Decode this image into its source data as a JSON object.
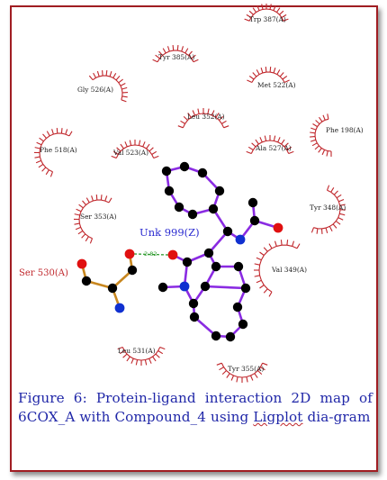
{
  "residues": [
    {
      "label": "Trp 387(A)"
    },
    {
      "label": "Tyr 385(A)"
    },
    {
      "label": "Gly 526(A)"
    },
    {
      "label": "Met 522(A)"
    },
    {
      "label": "Leu 352(A)"
    },
    {
      "label": "Phe 198(A)"
    },
    {
      "label": "Phe 518(A)"
    },
    {
      "label": "Val 523(A)"
    },
    {
      "label": "Ala 527(A)"
    },
    {
      "label": "Tyr 348(A)"
    },
    {
      "label": "Ser 353(A)"
    },
    {
      "label": "Val 349(A)"
    },
    {
      "label": "Leu 531(A)"
    },
    {
      "label": "Tyr 355(A)"
    }
  ],
  "ligand_label": "Unk 999(Z)",
  "hbond_partner": "Ser 530(A)",
  "hbond_distance": "2.82",
  "colors": {
    "frame": "#a01d22",
    "ligand_bond": "#8a2be2",
    "residue_bond": "#c8871f",
    "oxygen": "#e01010",
    "nitrogen": "#1030d0",
    "carbon": "#000000",
    "hydrophobic_arc": "#c0262b",
    "hbond": "#2e9b2e",
    "caption_text": "#2027a8"
  },
  "caption": {
    "prefix": "Figure 6: Protein-ligand interaction 2D map of 6COX_A with Compound_4 using ",
    "tool": "Ligplot",
    "suffix": " dia-gram"
  }
}
